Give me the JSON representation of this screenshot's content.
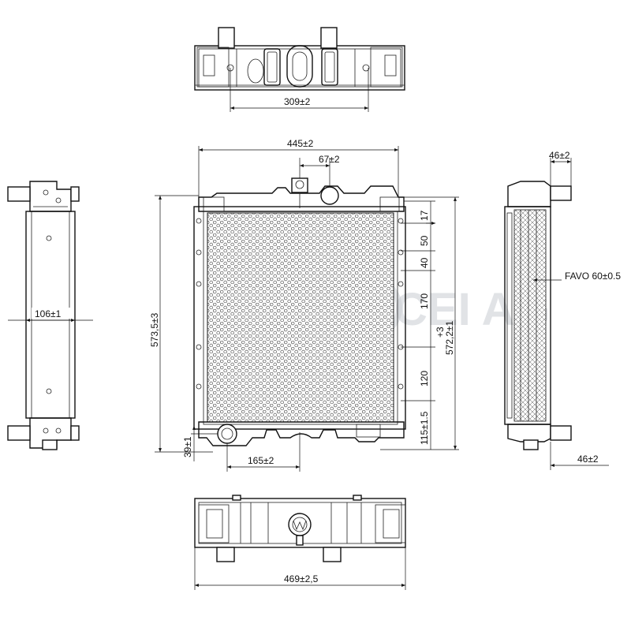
{
  "dimensions": {
    "top_width": "309±2",
    "front_width": "445±2",
    "cap_offset": "67±2",
    "side_depth": "46±2",
    "side_depth_bottom": "46±2",
    "core_pitch": "FAVO 60±0.5",
    "left_depth": "106±1",
    "overall_height": "573,5±3",
    "core_height": "572,2±1",
    "plus_three": "+3",
    "rib_17": "17",
    "rib_50": "50",
    "rib_40": "40",
    "rib_170": "170",
    "rib_120": "120",
    "rib_115": "115±1.5",
    "bottom_39": "39±1",
    "outlet_offset": "165±2",
    "bottom_width": "469±2,5"
  },
  "watermark": "CEI AG",
  "colors": {
    "line": "#111111",
    "watermark": "#c9cdd3",
    "background": "#ffffff"
  }
}
